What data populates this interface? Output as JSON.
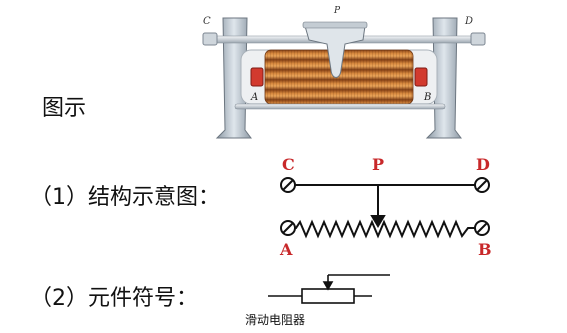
{
  "photo": {
    "label_c": "C",
    "label_d": "D",
    "label_p": "P",
    "label_a": "A",
    "label_b": "B"
  },
  "headings": {
    "intro": "图示",
    "structure": "（1）结构示意图：",
    "symbol": "（2）元件符号："
  },
  "schematic": {
    "c": "C",
    "p": "P",
    "d": "D",
    "a": "A",
    "b": "B"
  },
  "symbol": {
    "caption": "滑动电阻器"
  },
  "colors": {
    "label_red": "#c8282a",
    "coil": "#b8652a",
    "stroke": "#111111"
  }
}
